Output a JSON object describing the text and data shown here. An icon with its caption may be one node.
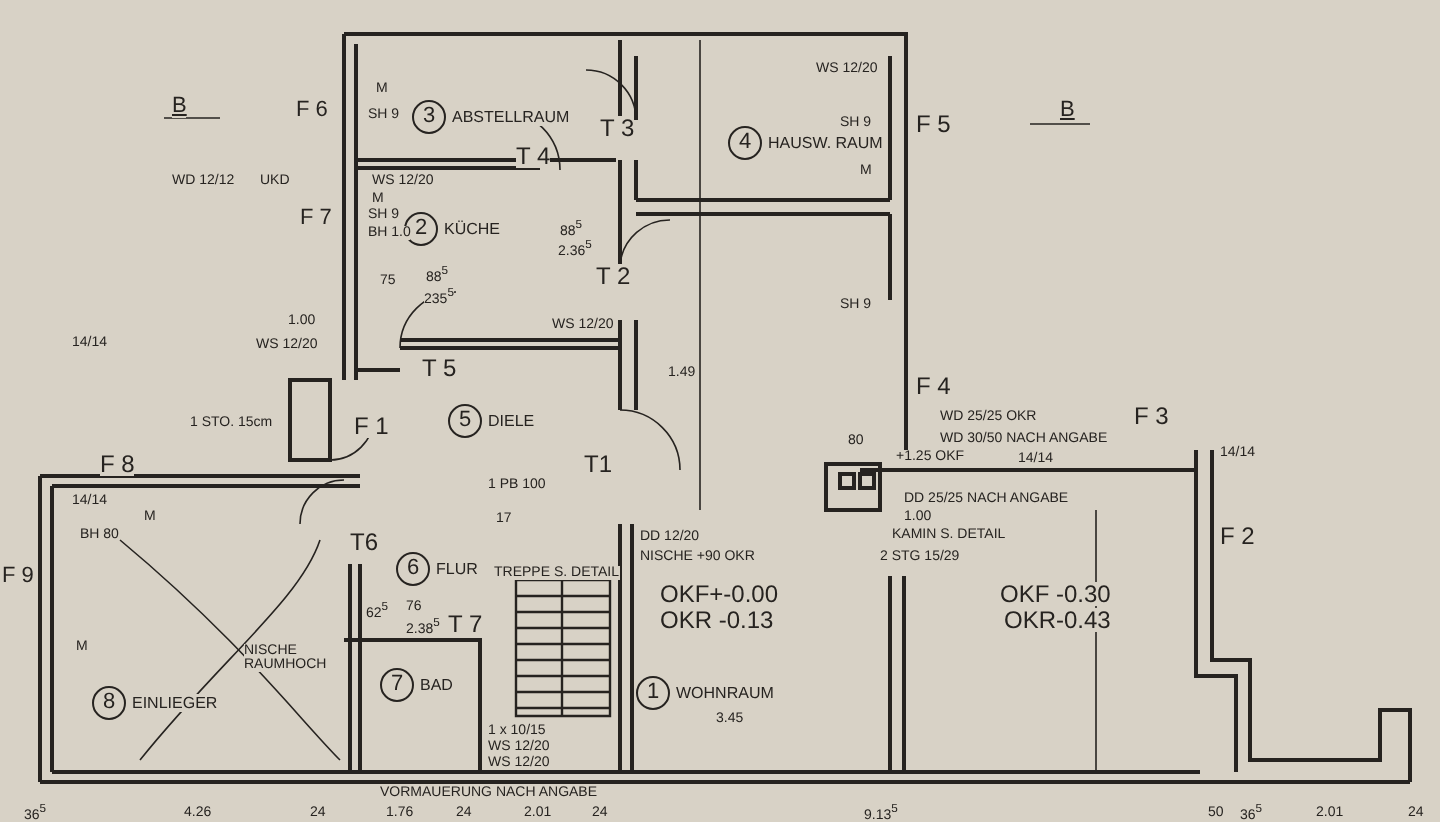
{
  "diagram": {
    "nodes": [
      {
        "text": [
          "3",
          "ABSTELLRAUM"
        ]
      },
      {
        "text": [
          "2",
          "KÜCHE"
        ]
      },
      {
        "text": [
          "4",
          "HAUSW. RAUM"
        ]
      },
      {
        "text": [
          "5",
          "DIELE"
        ]
      },
      {
        "text": [
          "6",
          "FLUR"
        ]
      },
      {
        "text": [
          "7",
          "BAD"
        ]
      },
      {
        "text": [
          "8",
          "EINLIEGER"
        ]
      },
      {
        "text": [
          "1",
          "WOHNRAUM"
        ]
      }
    ],
    "edges": [],
    "labels": [
      "WS 12/20",
      "M",
      "B",
      "F 6",
      "SH 9",
      "T 3",
      "SH 9",
      "F 5",
      "B",
      "T 4",
      "M",
      "WD 12/12",
      "UKD",
      "WS 12/20",
      "M",
      "F 7",
      "SH 9",
      "BH 1.0",
      "88$^{5}$",
      "2.36$^{5}$",
      "75",
      "88$^{5}$",
      "T 2",
      "235$^{5}$",
      "SH 9",
      "1.00",
      "WS 12/20",
      "14/14",
      "WS 12/20",
      "T 5",
      "1.49",
      "F 4",
      "1 STO. 15cm",
      "F 1",
      "WD 25/25 OKR",
      "F 3",
      "80",
      "WD 30/50 NACH ANGABE",
      "F 8",
      "T1",
      "+1.25 OKF",
      "14/14",
      "14/14",
      "1 PB 100",
      "14/14",
      "DD 25/25 NACH ANGABE",
      "M",
      "17",
      "1.00",
      "BH 80",
      "T6",
      "DD 12/20",
      "KAMIN S. DETAIL",
      "F 2",
      "NISCHE +90 OKR",
      "2 STG 15/29",
      "F 9",
      "TREPPE S. DETAIL",
      "OKF+-0.00",
      "OKF -0.30",
      "62$^{5}$",
      "76",
      "2.38$^{5}$",
      "T 7",
      "OKR -0.13",
      "OKR-0.43",
      "M",
      "NISCHE RAUMHOCH",
      "3.45",
      "1 x 10/15",
      "WS 12/20",
      "WS 12/20",
      "VORMAUERUNG NACH ANGABE",
      "36$^{5}$",
      "4.26",
      "24",
      "1.76",
      "24",
      "2.01",
      "24",
      "9.13$^{5}$",
      "50",
      "36$^{5}$",
      "2.01",
      "24"
    ]
  }
}
